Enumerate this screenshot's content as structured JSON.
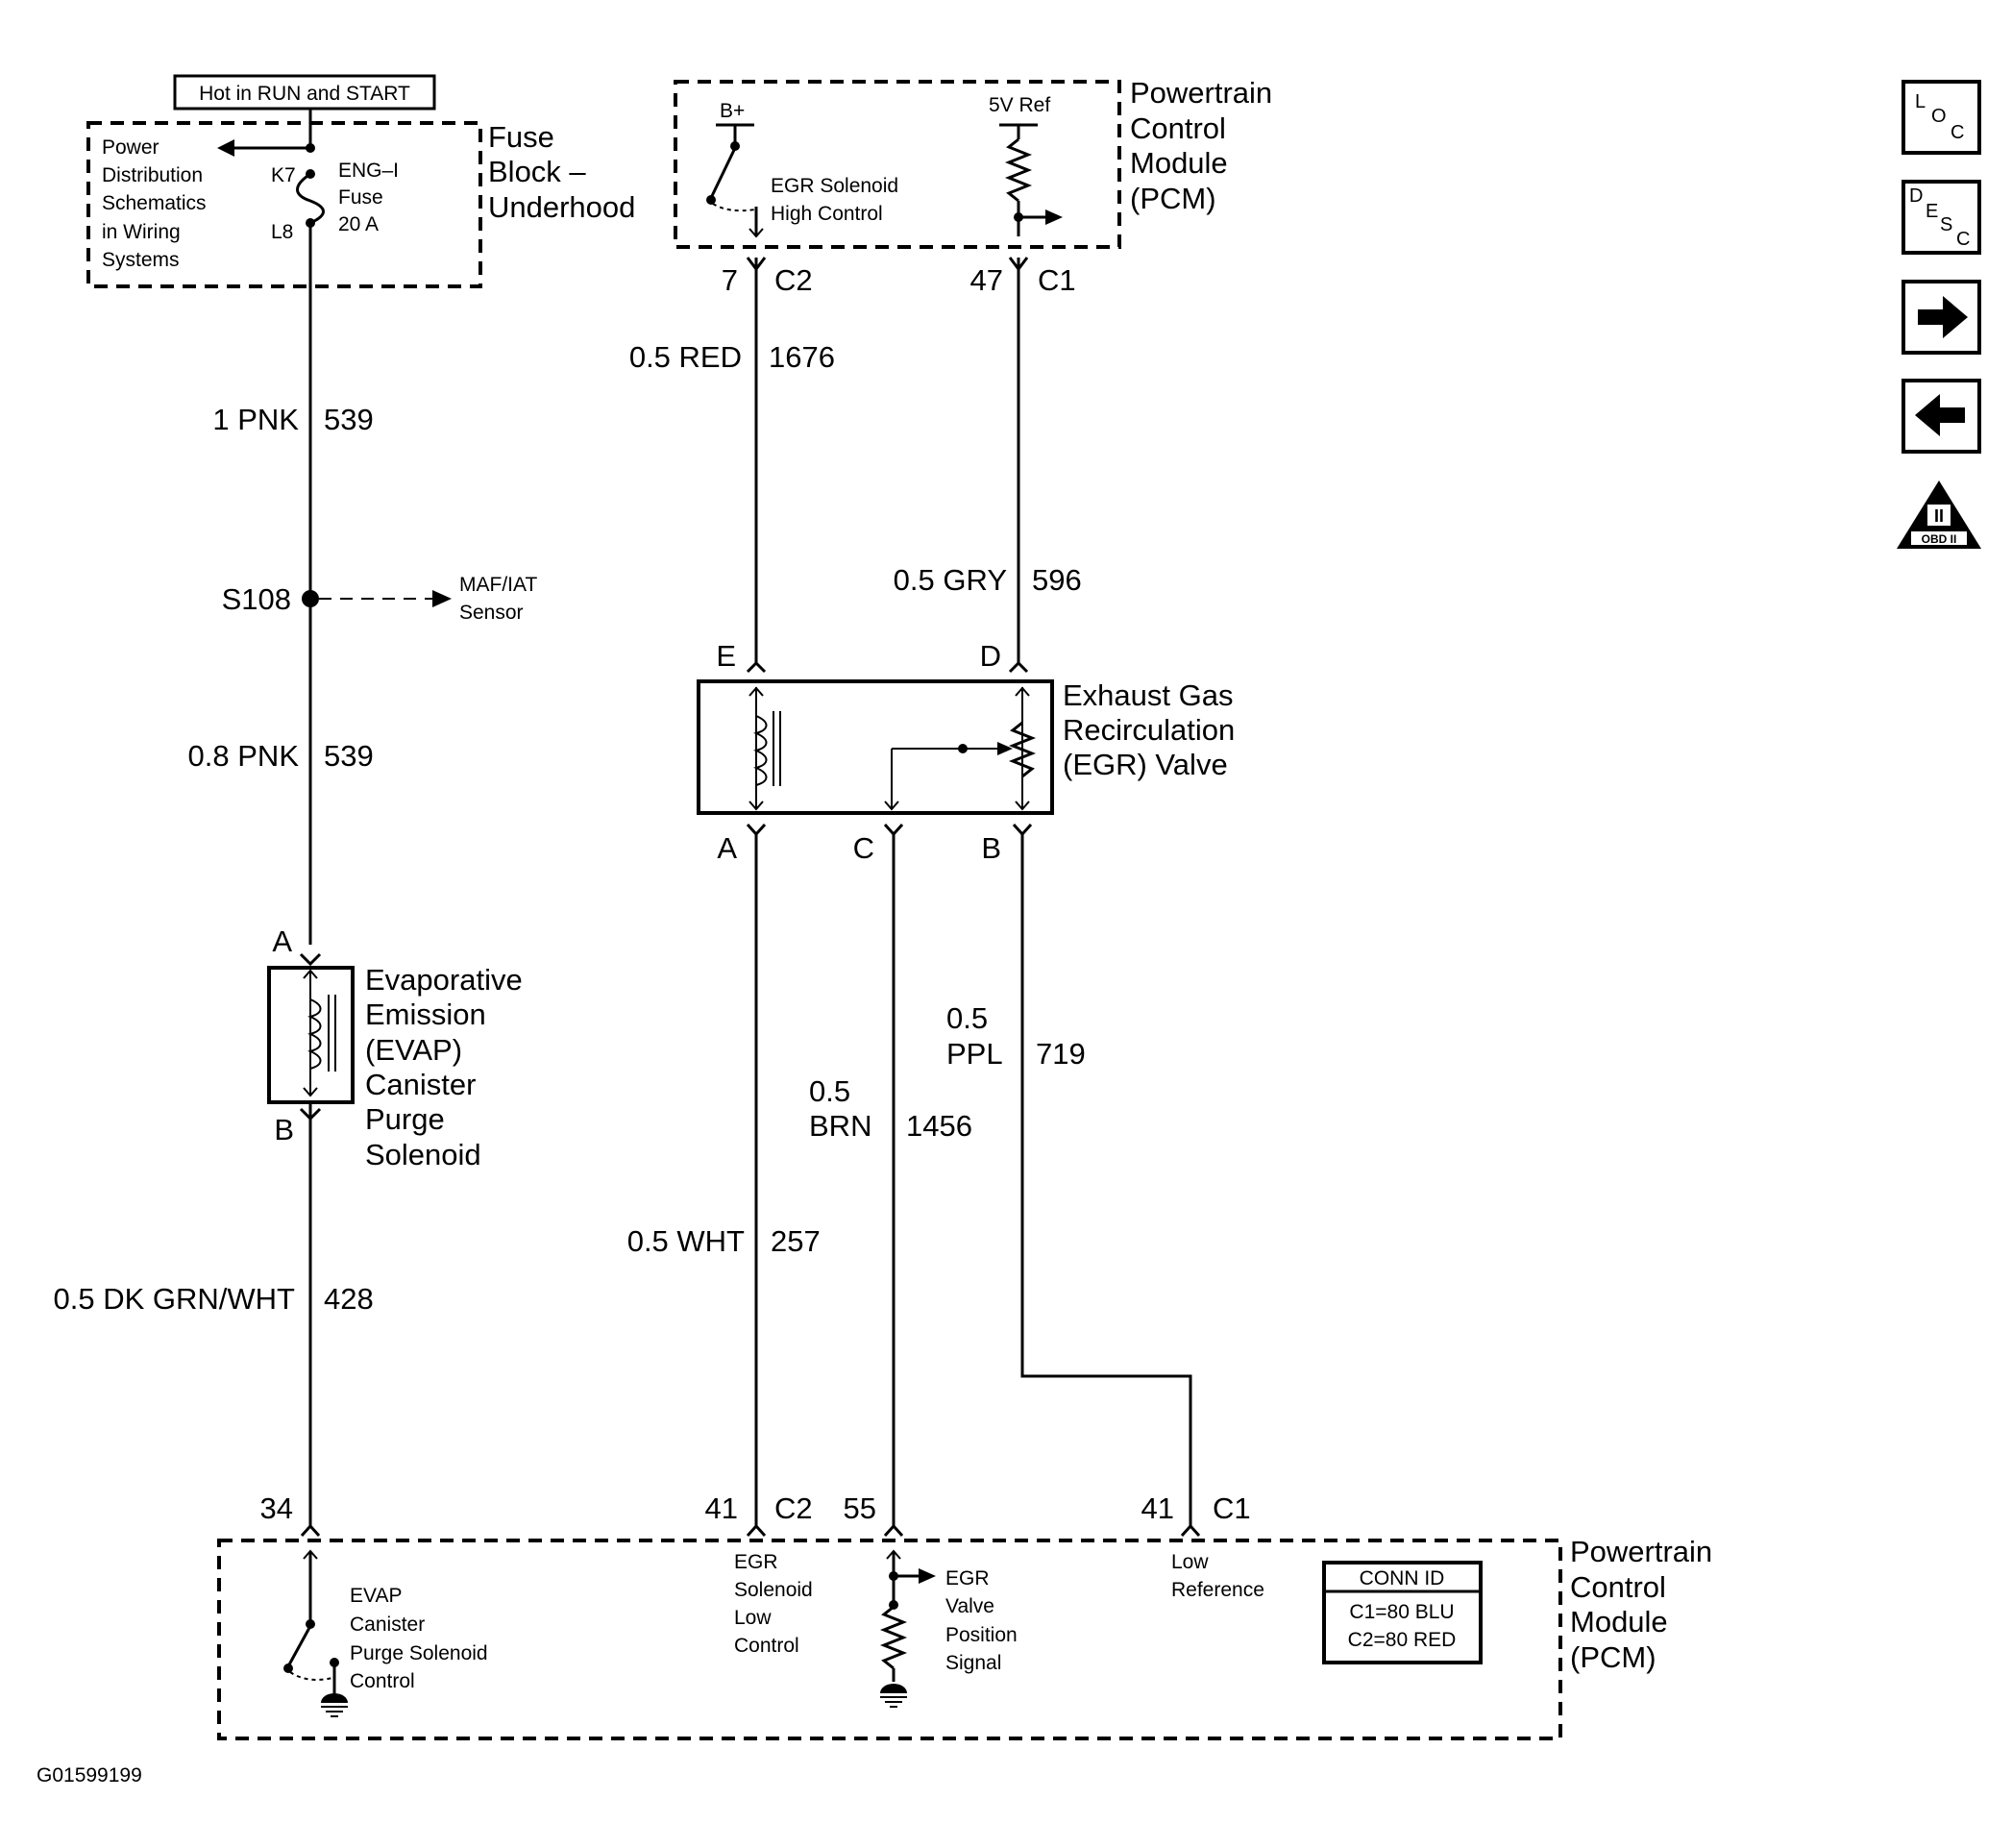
{
  "top_banner": "Hot in RUN and START",
  "fuse_block": {
    "title_lines": [
      "Fuse",
      "Block –",
      "Underhood"
    ],
    "note_lines": [
      "Power",
      "Distribution",
      "Schematics",
      "in Wiring",
      "Systems"
    ],
    "pin_top": "K7",
    "pin_bottom": "L8",
    "fuse_lines": [
      "ENG–I",
      "Fuse",
      "20 A"
    ]
  },
  "pcm_top": {
    "title_lines": [
      "Powertrain",
      "Control",
      "Module",
      "(PCM)"
    ],
    "bplus": "B+",
    "vref": "5V Ref",
    "solenoid_lines": [
      "EGR Solenoid",
      "High Control"
    ],
    "pin_left": {
      "num": "7",
      "conn": "C2"
    },
    "pin_right": {
      "num": "47",
      "conn": "C1"
    }
  },
  "wires": {
    "w1676": {
      "color": "0.5 RED",
      "num": "1676"
    },
    "w596": {
      "color": "0.5 GRY",
      "num": "596"
    },
    "w539a": {
      "color": "1 PNK",
      "num": "539"
    },
    "w539b": {
      "color": "0.8 PNK",
      "num": "539"
    },
    "w428": {
      "color": "0.5 DK GRN/WHT",
      "num": "428"
    },
    "w257": {
      "color": "0.5 WHT",
      "num": "257"
    },
    "w1456": {
      "color_lines": [
        "0.5",
        "BRN"
      ],
      "num": "1456"
    },
    "w719": {
      "color_lines": [
        "0.5",
        "PPL"
      ],
      "num": "719"
    }
  },
  "splice": {
    "id": "S108",
    "to_lines": [
      "MAF/IAT",
      "Sensor"
    ]
  },
  "egr_valve": {
    "title_lines": [
      "Exhaust Gas",
      "Recirculation",
      "(EGR) Valve"
    ],
    "pins": {
      "E": "E",
      "D": "D",
      "A": "A",
      "C": "C",
      "B": "B"
    }
  },
  "evap": {
    "title_lines": [
      "Evaporative",
      "Emission",
      "(EVAP)",
      "Canister",
      "Purge",
      "Solenoid"
    ],
    "pin_top": "A",
    "pin_bottom": "B"
  },
  "pcm_bottom": {
    "title_lines": [
      "Powertrain",
      "Control",
      "Module",
      "(PCM)"
    ],
    "pins": {
      "p34": "34",
      "p41a": "41",
      "c2": "C2",
      "p55": "55",
      "p41b": "41",
      "c1": "C1"
    },
    "evap_ctrl_lines": [
      "EVAP",
      "Canister",
      "Purge Solenoid",
      "Control"
    ],
    "egr_low_lines": [
      "EGR",
      "Solenoid",
      "Low",
      "Control"
    ],
    "egr_pos_lines": [
      "EGR",
      "Valve",
      "Position",
      "Signal"
    ],
    "low_ref_lines": [
      "Low",
      "Reference"
    ],
    "conn_id": {
      "title": "CONN ID",
      "c1": "C1=80 BLU",
      "c2": "C2=80 RED"
    }
  },
  "figure_id": "G01599199",
  "nav": {
    "loc": {
      "l": "L",
      "o": "O",
      "c": "C"
    },
    "desc": {
      "d": "D",
      "e": "E",
      "s": "S",
      "c": "C"
    },
    "obd": {
      "roman": "II",
      "label": "OBD II"
    }
  }
}
